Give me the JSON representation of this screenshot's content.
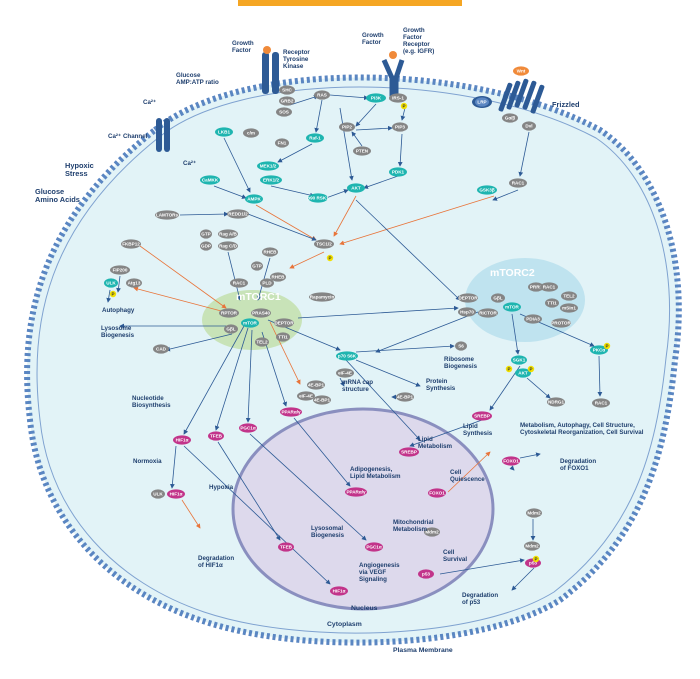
{
  "colors": {
    "membrane": "#5a86c2",
    "cytoplasm": "#e2f3f7",
    "nucleus": "#ddd9ec",
    "gray_node": "#858585",
    "teal_node": "#1fb5b0",
    "magenta_node": "#c2348a",
    "orange_dot": "#f08a3a",
    "yellow_p": "#f2e000",
    "arrow_blue": "#2d5a95",
    "arrow_orange": "#e8743a",
    "mtorc_green": "#c8e3b8",
    "mtorc2_blue": "#bfe3ef",
    "top_bar": "#f5a623"
  },
  "labels": {
    "growth_factor_1": "Growth Factor",
    "receptor_tk": "Receptor Tyrosine Kinase",
    "growth_factor_2": "Growth Factor",
    "gf_receptor": "Growth Factor Receptor (e.g. IGFR)",
    "glucose_amp": "Glucose AMP:ATP ratio",
    "ca_channel": "Ca²⁺ Channel",
    "ca_top": "Ca²⁺",
    "ca_in": "Ca²⁺",
    "hypoxic_stress": "Hypoxic Stress",
    "glucose_amino": "Glucose Amino Acids",
    "frizzled": "Frizzled",
    "autophagy": "Autophagy",
    "lysosome_bio": "Lysosome Biogenesis",
    "nucleotide_bio": "Nucleotide Biosynthesis",
    "ribosome_bio": "Ribosome Biogenesis",
    "protein_synth": "Protein Synthesis",
    "lipid_synth": "Lipid Synthesis",
    "mrna_cap": "mRNA cap structure",
    "normoxia": "Normoxia",
    "hypoxia": "Hypoxia",
    "deg_hif": "Degradation of HIF1α",
    "deg_foxo": "Degradation of FOXO1",
    "deg_p53": "Degradation of p53",
    "metabolism_note": "Metabolism, Autophagy, Cell Structure, Cytoskeletal Reorganization, Cell Survival",
    "lipid_metab": "Lipid Metabolism",
    "adipogenesis": "Adipogenesis, Lipid Metabolism",
    "cell_quiescence": "Cell Quiescence",
    "lysosomal_bio": "Lysosomal Biogenesis",
    "mito_metab": "Mitochondrial Metabolism",
    "cell_survival": "Cell Survival",
    "angiogenesis": "Angiogenesis via VEGF Signaling",
    "nucleus": "Nucleus",
    "cytoplasm": "Cytoplasm",
    "plasma_membrane": "Plasma Membrane",
    "mtorc1": "mTORC1",
    "mtorc2": "mTORC2"
  },
  "nodes": {
    "shc": "SHC",
    "grb2": "GRB2",
    "sos": "SOS",
    "ras": "RAS",
    "pi3k": "PI3K",
    "irs1": "IRS-1",
    "pip2": "PIP2",
    "pip3": "PIP3",
    "pten": "PTEN",
    "wnt": "Wnt",
    "lrp": "LRP",
    "gab": "Gα/β",
    "dvl": "Dvl",
    "rac1_top": "RAC1",
    "gsk3b": "GSK3β",
    "lkb1": "LKB1",
    "cmyc": "c/m",
    "fn1": "FN1",
    "raf1": "Raf-1",
    "mek": "MEK1/2",
    "erk": "ERK1/2",
    "camkk": "CaMKK",
    "ampk": "AMPK",
    "p90": "p90 RSK1",
    "akt": "AKT",
    "pdk1": "PDK1",
    "lamtor": "LAMTORs",
    "redd": "REDD1/2",
    "fkbp": "FKBP12",
    "gtp1": "GTP",
    "ragab": "Rag A/B",
    "gdp1": "GDP",
    "ragcd": "Rag C/D",
    "rheb1": "RHEB",
    "gtp2": "GTP",
    "rheb2": "RHEB",
    "tsc": "TSC1/2",
    "rac1_m": "RAC1",
    "pld": "PLD",
    "fip": "FIP200",
    "ulk": "ULK",
    "atg": "Atg13",
    "raptor": "RPTOR",
    "mtor": "mTOR",
    "gbl": "GβL",
    "pras": "PRAS40",
    "deptor": "DEPTOR",
    "tti1": "TTI1",
    "tel2": "TEL2",
    "rapa": "Rapamycin",
    "deptor2": "DEPTOR",
    "hsp": "Hsp70",
    "gbl2": "GβL",
    "mtor2": "mTOR",
    "rictor": "RICTOR",
    "prr5": "PRR5",
    "rac1_2": "RAC1",
    "tel2b": "TEL2",
    "tti1b": "TTI1",
    "msin": "mSin1",
    "pdia": "PDIA3",
    "protor": "PROTOR",
    "cad": "CAD",
    "s6k": "p70 S6K",
    "s6": "S6",
    "eif4e1": "eIF-4E",
    "ebp1": "4E-BP1",
    "eif4e2": "eIF-4E",
    "ebp2": "4E-BP1",
    "sgk": "SGK1",
    "pkc": "PKCα",
    "akt2": "AKT",
    "ndrg": "NDRG1",
    "rac1_3": "RAC1",
    "hif_c": "HIF1α",
    "tfeb_c": "TFEB",
    "pgc_c": "PGC1α",
    "ppar_c": "PPARα/γ",
    "srebp_c": "SREBP",
    "foxo_c": "FOXO1",
    "ulk_hif": "ULK",
    "hif_u": "HIF1α",
    "srebp_n": "SREBP",
    "ppar_n": "PPARα/γ",
    "foxo_n": "FOXO1",
    "tfeb_n": "TFEB",
    "pgc_n": "PGC1α",
    "p53_n": "p53",
    "hif_n": "HIF1α",
    "mdm_n": "Mdm2",
    "mdm_c1": "Mdm2",
    "mdm_c2": "Mdm2",
    "p53_c": "p53",
    "p": "P"
  }
}
